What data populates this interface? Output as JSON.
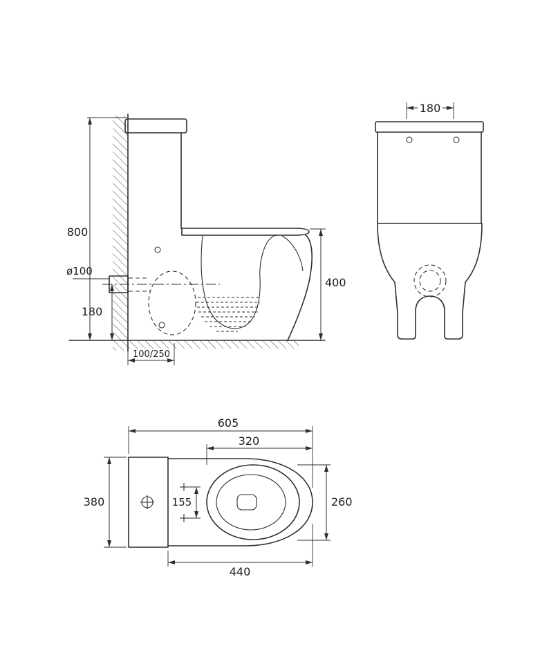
{
  "drawing": {
    "type": "technical-dimension-drawing",
    "subject": "two-piece toilet, three orthographic views",
    "line_color": "#2e2e2e",
    "background": "#ffffff",
    "side": {
      "total_height": "800",
      "bowl_height": "400",
      "outlet_height": "180",
      "outlet_diameter": "ø100",
      "outlet_offset": "100/250"
    },
    "front": {
      "top_width": "180"
    },
    "plan": {
      "total_length": "605",
      "seat_length": "320",
      "total_width": "380",
      "seat_width": "260",
      "hinge_spacing": "155",
      "rim_length": "440"
    }
  }
}
